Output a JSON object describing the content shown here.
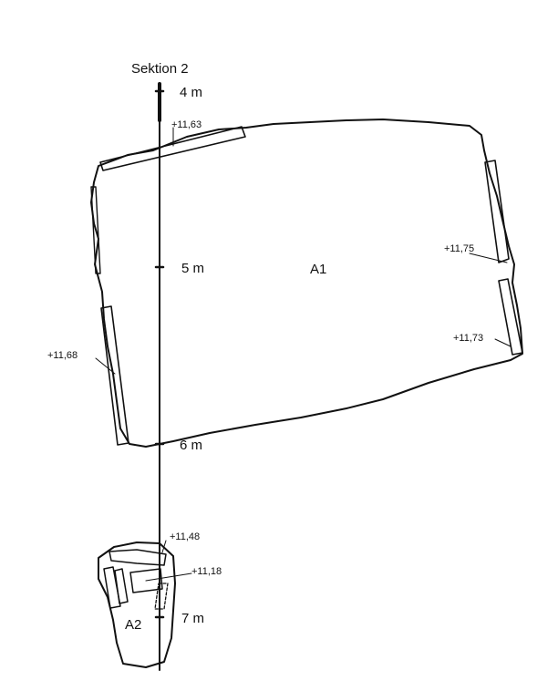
{
  "section": {
    "label": "Sektion 2"
  },
  "scale_markers": [
    {
      "id": "m4",
      "label": "4 m"
    },
    {
      "id": "m5",
      "label": "5 m"
    },
    {
      "id": "m6",
      "label": "6 m"
    },
    {
      "id": "m7",
      "label": "7 m"
    }
  ],
  "features": [
    {
      "id": "a1",
      "label": "A1"
    },
    {
      "id": "a2",
      "label": "A2"
    }
  ],
  "elevations": [
    {
      "id": "e1163",
      "label": "+11,63"
    },
    {
      "id": "e1175",
      "label": "+11,75"
    },
    {
      "id": "e1173",
      "label": "+11,73"
    },
    {
      "id": "e1168",
      "label": "+11,68"
    },
    {
      "id": "e1148",
      "label": "+11,48"
    },
    {
      "id": "e1118",
      "label": "+11,18"
    }
  ],
  "colors": {
    "ink": "#111111",
    "paper": "#ffffff"
  }
}
